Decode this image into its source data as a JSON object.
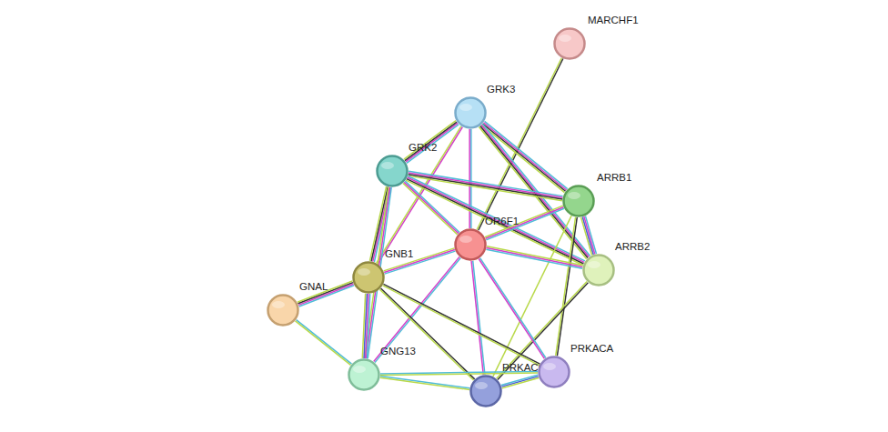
{
  "diagram": {
    "nodes": [
      {
        "text": [
          "MARCHF1"
        ]
      },
      {
        "text": [
          "GRK3"
        ]
      },
      {
        "text": [
          "GRK2"
        ]
      },
      {
        "text": [
          "ARRB1"
        ]
      },
      {
        "text": [
          "OR6F1"
        ]
      },
      {
        "text": [
          "ARRB2"
        ]
      },
      {
        "text": [
          "GNB1"
        ]
      },
      {
        "text": [
          "GNAL"
        ]
      },
      {
        "text": [
          "GNG13"
        ]
      },
      {
        "text": [
          "PRKACG"
        ]
      },
      {
        "text": [
          "PRKACA"
        ]
      }
    ],
    "edges": [
      {
        "from": 0,
        "to": 4,
        "arrow": "none"
      },
      {
        "from": 1,
        "to": 2,
        "arrow": "none"
      },
      {
        "from": 1,
        "to": 4,
        "arrow": "none"
      },
      {
        "from": 1,
        "to": 3,
        "arrow": "none"
      },
      {
        "from": 1,
        "to": 5,
        "arrow": "none"
      },
      {
        "from": 1,
        "to": 6,
        "arrow": "none"
      },
      {
        "from": 2,
        "to": 3,
        "arrow": "none"
      },
      {
        "from": 2,
        "to": 5,
        "arrow": "none"
      },
      {
        "from": 2,
        "to": 4,
        "arrow": "none"
      },
      {
        "from": 2,
        "to": 6,
        "arrow": "none"
      },
      {
        "from": 2,
        "to": 8,
        "arrow": "none"
      },
      {
        "from": 3,
        "to": 5,
        "arrow": "none"
      },
      {
        "from": 3,
        "to": 4,
        "arrow": "none"
      },
      {
        "from": 3,
        "to": 10,
        "arrow": "none"
      },
      {
        "from": 3,
        "to": 9,
        "arrow": "none"
      },
      {
        "from": 5,
        "to": 4,
        "arrow": "none"
      },
      {
        "from": 5,
        "to": 9,
        "arrow": "none"
      },
      {
        "from": 4,
        "to": 6,
        "arrow": "none"
      },
      {
        "from": 4,
        "to": 8,
        "arrow": "none"
      },
      {
        "from": 4,
        "to": 9,
        "arrow": "none"
      },
      {
        "from": 4,
        "to": 10,
        "arrow": "none"
      },
      {
        "from": 6,
        "to": 7,
        "arrow": "none"
      },
      {
        "from": 6,
        "to": 8,
        "arrow": "none"
      },
      {
        "from": 6,
        "to": 9,
        "arrow": "none"
      },
      {
        "from": 6,
        "to": 10,
        "arrow": "none"
      },
      {
        "from": 7,
        "to": 8,
        "arrow": "none"
      },
      {
        "from": 8,
        "to": 9,
        "arrow": "none"
      },
      {
        "from": 8,
        "to": 10,
        "arrow": "none"
      },
      {
        "from": 9,
        "to": 10,
        "arrow": "none"
      }
    ]
  }
}
